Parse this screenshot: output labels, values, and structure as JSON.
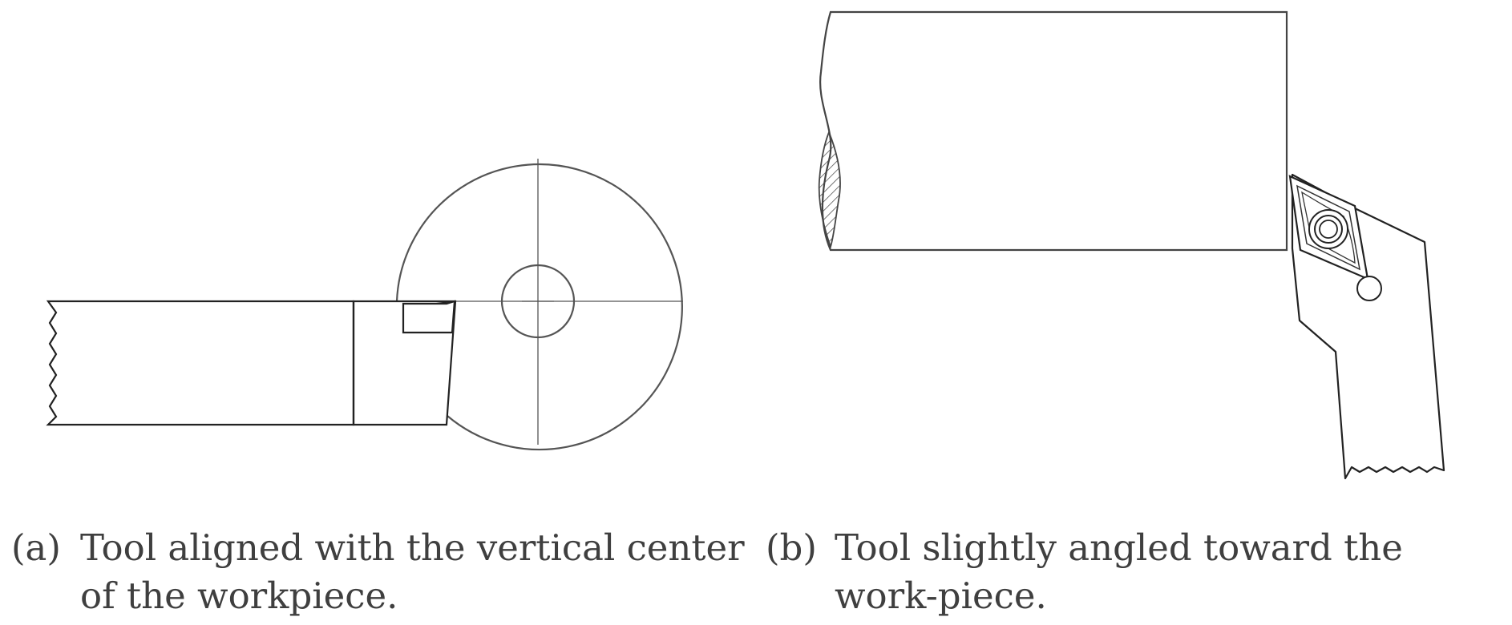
{
  "subfigures": [
    {
      "tag": "(a)",
      "caption": "Tool aligned with the vertical center of the workpiece."
    },
    {
      "tag": "(b)",
      "caption": "Tool slightly angled toward the work-piece."
    }
  ],
  "colors": {
    "line": "#3a3a3a",
    "text": "#3f3f3f",
    "hatch": "#4a4a4a"
  }
}
